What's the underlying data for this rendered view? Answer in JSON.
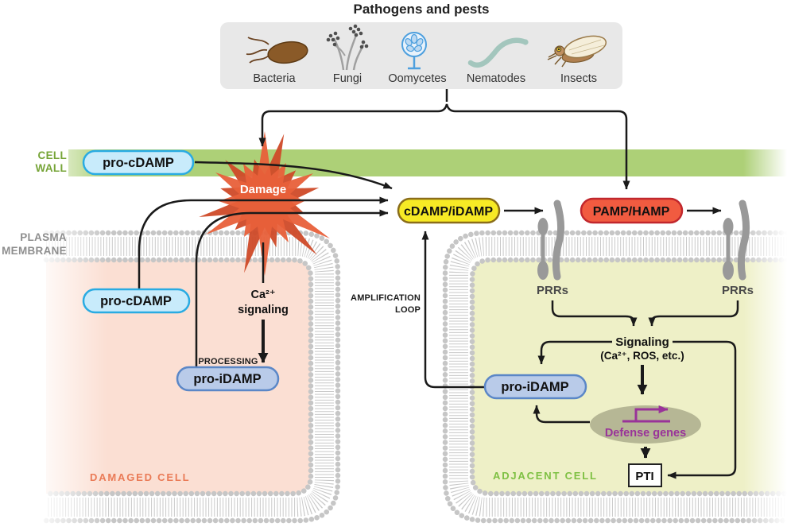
{
  "diagram_title": "Pathogens and pests",
  "pathogens": {
    "items": [
      {
        "label": "Bacteria",
        "icon": "bacteria-icon"
      },
      {
        "label": "Fungi",
        "icon": "fungi-icon"
      },
      {
        "label": "Oomycetes",
        "icon": "oomycetes-icon"
      },
      {
        "label": "Nematodes",
        "icon": "nematodes-icon"
      },
      {
        "label": "Insects",
        "icon": "insects-icon"
      }
    ]
  },
  "layers": {
    "cell_wall": [
      "CELL",
      "WALL"
    ],
    "plasma_membrane": [
      "PLASMA",
      "MEMBRANE"
    ]
  },
  "nodes": {
    "pro_cdamp_wall": "pro-cDAMP",
    "pro_cdamp_cell": "pro-cDAMP",
    "damage": "Damage",
    "cdamp_idamp": "cDAMP/iDAMP",
    "pamp_hamp": "PAMP/HAMP",
    "pro_idamp_damaged": "pro-iDAMP",
    "pro_idamp_adjacent": "pro-iDAMP",
    "defense_genes": "Defense genes",
    "pti": "PTI",
    "prrs_left": "PRRs",
    "prrs_right": "PRRs"
  },
  "annotations": {
    "ca_signaling_line1": "Ca²⁺",
    "ca_signaling_line2": "signaling",
    "processing": "PROCESSING",
    "amplification_line1": "AMPLIFICATION",
    "amplification_line2": "LOOP",
    "signaling": "Signaling",
    "signaling_detail": "(Ca²⁺, ROS, etc.)",
    "damaged_cell": "DAMAGED CELL",
    "adjacent_cell": "ADJACENT CELL"
  },
  "colors": {
    "cell_wall_band": "#add077",
    "damaged_cell_fill": "#fbdfd3",
    "adjacent_cell_fill": "#eef0c7",
    "pro_cdamp_fill": "#c8ebfb",
    "pro_cdamp_border": "#29abe2",
    "pro_idamp_fill": "#b9cbe9",
    "pro_idamp_border": "#5b87c7",
    "cdamp_fill": "#f7ea25",
    "cdamp_border": "#8a6d1a",
    "pamp_fill": "#f15b40",
    "pamp_border": "#c1272d",
    "damage_star_front": "#e8603a",
    "damage_star_back": "#cf4a28",
    "defense_ellipse": "#b6b795",
    "defense_text": "#993399",
    "receptor_gray": "#999999",
    "pathogen_box": "#e8e8e8"
  }
}
